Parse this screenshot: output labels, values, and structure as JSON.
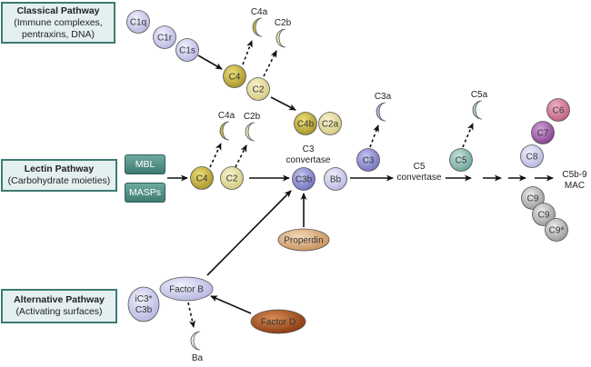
{
  "pathways": {
    "classical": {
      "title": "Classical Pathway",
      "subtitle": [
        "(Immune complexes,",
        "pentraxins, DNA)"
      ]
    },
    "lectin": {
      "title": "Lectin Pathway",
      "subtitle": [
        "(Carbohydrate moieties)"
      ]
    },
    "alternative": {
      "title": "Alternative Pathway",
      "subtitle": [
        "(Activating surfaces)"
      ]
    }
  },
  "lectin_factors": [
    "MBL",
    "MASPs"
  ],
  "labels": {
    "c3_convertase": [
      "C3",
      "convertase"
    ],
    "c5_convertase": [
      "C5",
      "convertase"
    ],
    "mac": [
      "C5b-9",
      "MAC"
    ]
  },
  "nodes": {
    "c1q": "C1q",
    "c1r": "C1r",
    "c1s": "C1s",
    "c4_classical": "C4",
    "c2_classical": "C2",
    "c4a_classical": "C4a",
    "c2b_classical": "C2b",
    "c4b": "C4b",
    "c2a": "C2a",
    "c4_lectin": "C4",
    "c2_lectin": "C2",
    "c4a_lectin": "C4a",
    "c2b_lectin": "C2b",
    "c3b": "C3b",
    "bb": "Bb",
    "c3": "C3",
    "c3a": "C3a",
    "c5": "C5",
    "c5a": "C5a",
    "c6": "C6",
    "c7": "C7",
    "c8": "C8",
    "c9_1": "C9",
    "c9_2": "C9",
    "c9_3": "C9*",
    "properdin": "Properdin",
    "factor_b": "Factor B",
    "factor_d": "Factor D",
    "ic3": [
      "iC3*",
      "C3b"
    ],
    "ba": "Ba"
  },
  "colors": {
    "lavender": "#c9c8ea",
    "yellow": "#c9b94a",
    "paleyellow": "#e6dda0",
    "blue": "#8b8bd0",
    "teal": "#8fbcb3",
    "pink": "#d07a95",
    "purple": "#9f5fa8",
    "grey": "#b5b5b5",
    "tan": "#e0b98c",
    "brown": "#a9521f",
    "boxborder": "#3c7a72"
  }
}
